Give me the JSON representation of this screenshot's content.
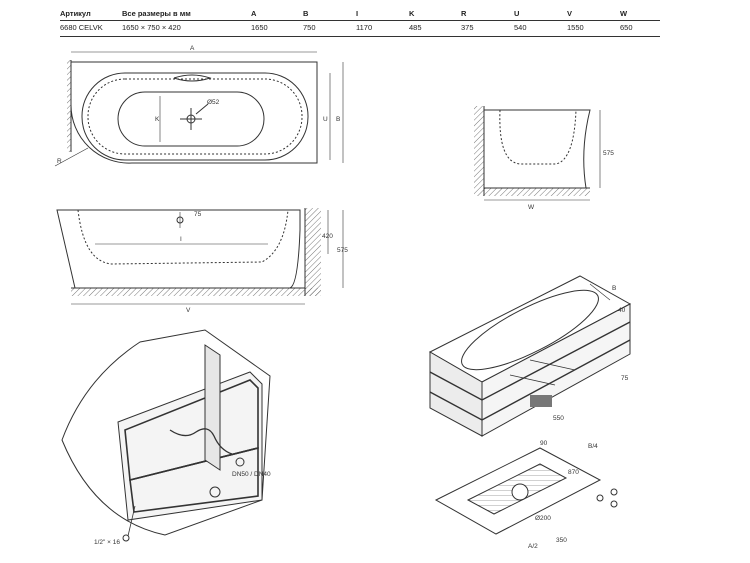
{
  "spec_table": {
    "columns": [
      "Артикул",
      "Все размеры в мм",
      "A",
      "B",
      "I",
      "K",
      "R",
      "U",
      "V",
      "W"
    ],
    "values": [
      "6680 CELVK",
      "1650 × 750 × 420",
      "1650",
      "750",
      "1170",
      "485",
      "375",
      "540",
      "1550",
      "650"
    ]
  },
  "top_view": {
    "A": "A",
    "B": "B",
    "U": "U",
    "K": "K",
    "R": "R",
    "drain": "Ø52"
  },
  "side_view": {
    "V": "V",
    "I": "I",
    "d75": "75",
    "d420": "420",
    "d575": "575"
  },
  "end_view": {
    "W": "W",
    "d575": "575"
  },
  "frame_view": {
    "dn": "DN50 / DN40",
    "thread": "1/2\" × 16"
  },
  "iso_view": {
    "B": "B",
    "d40": "40",
    "d75": "75",
    "d90": "90",
    "d550": "550",
    "d350": "350",
    "d200": "Ø200",
    "d870": "870",
    "dA": "A/2",
    "dB4": "B/4"
  }
}
